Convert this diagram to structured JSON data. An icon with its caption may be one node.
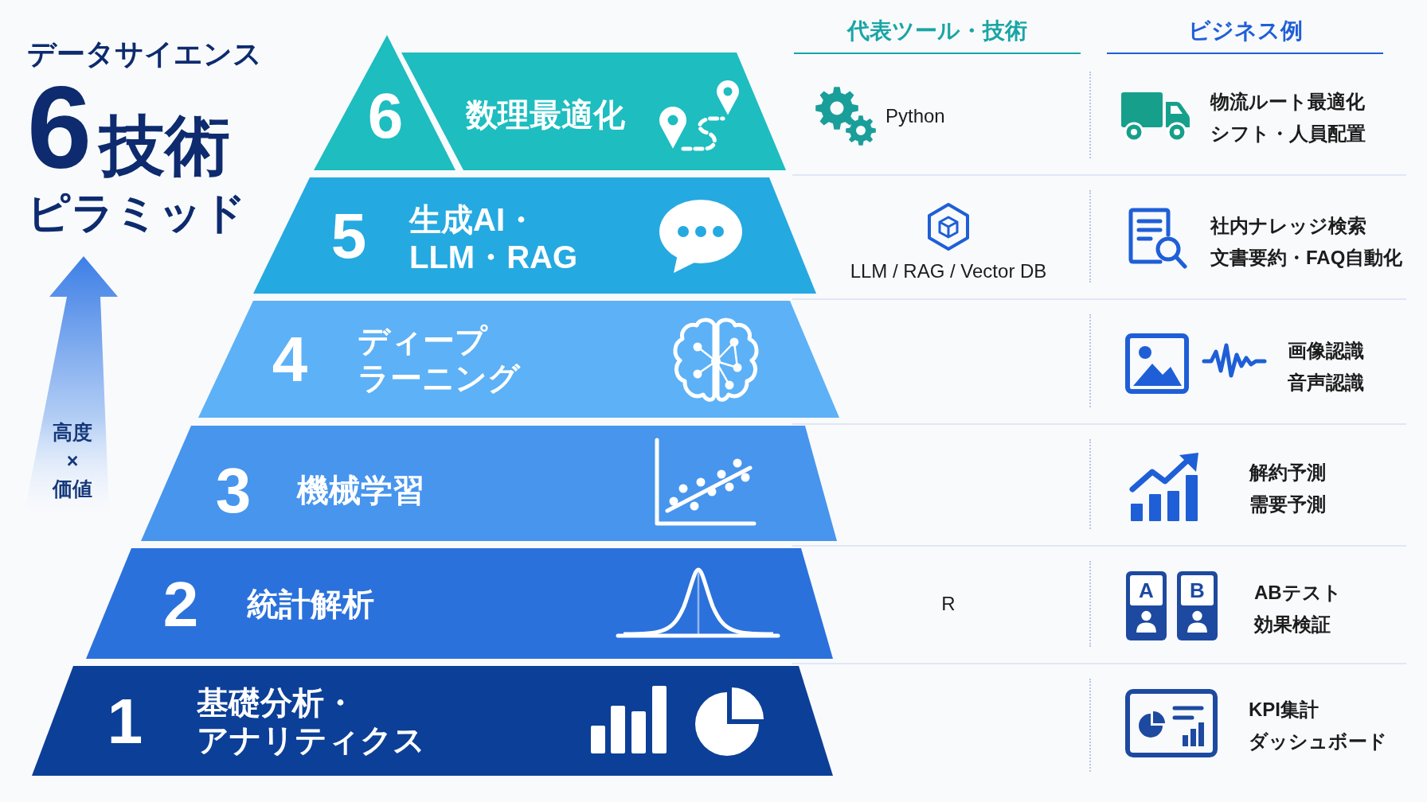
{
  "diagram": {
    "title": "データサイエンス",
    "nodes": [
      {
        "text": [
          "6",
          "数理最適化"
        ]
      },
      {
        "text": [
          "5",
          "生成AI・LLM・RAG"
        ]
      },
      {
        "text": [
          "4",
          "ディープラーニング"
        ]
      },
      {
        "text": [
          "3",
          "機械学習"
        ]
      },
      {
        "text": [
          "2",
          "統計解析"
        ]
      },
      {
        "text": [
          "1",
          "基礎分析・アナリティクス"
        ]
      }
    ],
    "labels": [
      "6技術",
      "ピラミッド",
      "高度 × 価値",
      "代表ツール・技術",
      "ビジネス例",
      "Python",
      "物流ルート最適化",
      "シフト・人員配置",
      "LLM / RAG / Vector DB",
      "社内ナレッジ検索",
      "文書要約・FAQ自動化",
      "画像認識",
      "音声認識",
      "解約予測",
      "需要予測",
      "R",
      "A",
      "B",
      "ABテスト",
      "効果検証",
      "KPI集計",
      "ダッシュボード"
    ]
  }
}
